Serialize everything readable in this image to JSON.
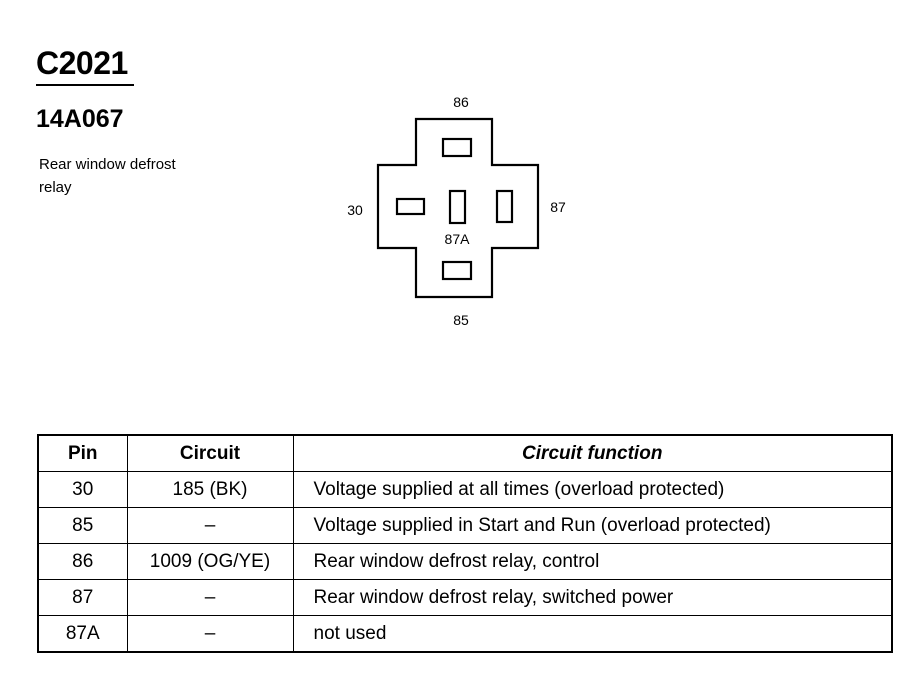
{
  "header": {
    "connector_id": "C2021",
    "part_number": "14A067",
    "description": "Rear window defrost relay"
  },
  "diagram": {
    "pins": {
      "top": "86",
      "left": "30",
      "right": "87",
      "center": "87A",
      "bottom": "85"
    }
  },
  "table": {
    "headers": {
      "pin": "Pin",
      "circuit": "Circuit",
      "function": "Circuit function"
    },
    "rows": [
      {
        "pin": "30",
        "circuit": "185 (BK)",
        "function": "Voltage supplied at all times (overload protected)"
      },
      {
        "pin": "85",
        "circuit": "–",
        "function": "Voltage supplied in Start and Run (overload protected)"
      },
      {
        "pin": "86",
        "circuit": "1009 (OG/YE)",
        "function": "Rear window defrost relay, control"
      },
      {
        "pin": "87",
        "circuit": "–",
        "function": "Rear window defrost relay, switched power"
      },
      {
        "pin": "87A",
        "circuit": "–",
        "function": "not used"
      }
    ]
  }
}
